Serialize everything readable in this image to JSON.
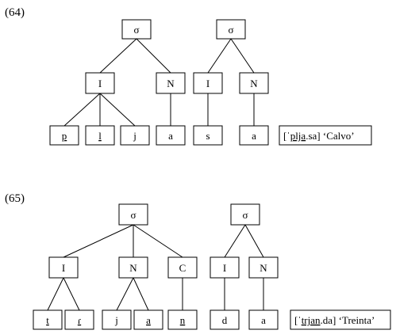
{
  "examples": [
    {
      "number": "(64)",
      "syllables": [
        {
          "label": "σ",
          "constituents": [
            {
              "label": "I",
              "segments": [
                {
                  "text": "p",
                  "underline": true
                },
                {
                  "text": "l",
                  "underline": true
                },
                {
                  "text": "j",
                  "underline": true
                }
              ]
            },
            {
              "label": "N",
              "segments": [
                {
                  "text": "a",
                  "underline": false
                }
              ]
            }
          ]
        },
        {
          "label": "σ",
          "constituents": [
            {
              "label": "I",
              "segments": [
                {
                  "text": "s",
                  "underline": false
                }
              ]
            },
            {
              "label": "N",
              "segments": [
                {
                  "text": "a",
                  "underline": false
                }
              ]
            }
          ]
        }
      ],
      "gloss": {
        "open": "[",
        "stress": "ˈ",
        "underlined": "plja",
        "rest": ".sa]",
        "translation": " ‘Calvo’"
      }
    },
    {
      "number": "(65)",
      "syllables": [
        {
          "label": "σ",
          "constituents": [
            {
              "label": "I",
              "segments": [
                {
                  "text": "t",
                  "underline": true
                },
                {
                  "text": "ɾ",
                  "underline": true
                }
              ]
            },
            {
              "label": "N",
              "segments": [
                {
                  "text": "j",
                  "underline": true
                },
                {
                  "text": "a",
                  "underline": true
                }
              ]
            },
            {
              "label": "C",
              "segments": [
                {
                  "text": "n",
                  "underline": true
                }
              ]
            }
          ]
        },
        {
          "label": "σ",
          "constituents": [
            {
              "label": "I",
              "segments": [
                {
                  "text": "d",
                  "underline": false
                }
              ]
            },
            {
              "label": "N",
              "segments": [
                {
                  "text": "a",
                  "underline": false
                }
              ]
            }
          ]
        }
      ],
      "gloss": {
        "open": "[",
        "stress": "ˈ",
        "underlined": "trjan",
        "rest": ".da]",
        "translation": " ‘Treinta’"
      }
    }
  ]
}
